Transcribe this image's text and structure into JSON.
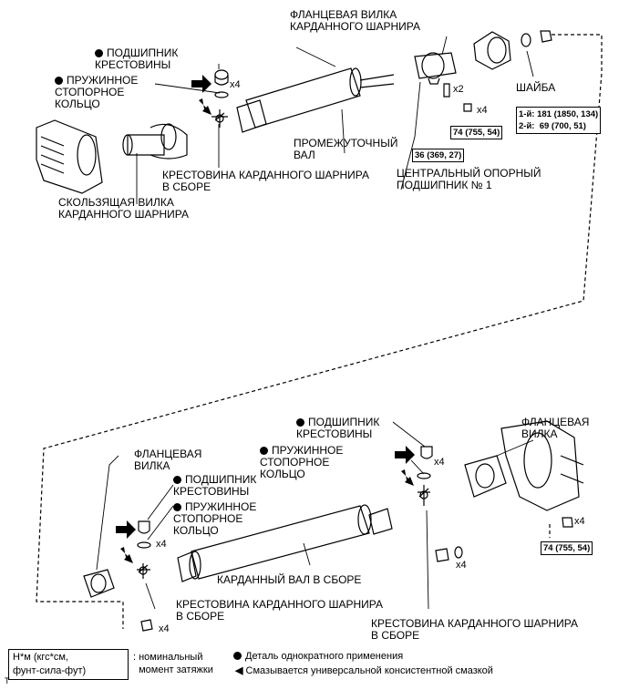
{
  "labels": {
    "flange_yoke_top": "ФЛАНЦЕВАЯ ВИЛКА\nКАРДАННОГО ШАРНИРА",
    "bearing_top": "ПОДШИПНИК\nКРЕСТОВИНЫ",
    "snap_ring_top": "ПРУЖИННОЕ\nСТОПОРНОЕ\nКОЛЬЦО",
    "washer": "ШАЙБА",
    "intermediate_shaft": "ПРОМЕЖУТОЧНЫЙ\nВАЛ",
    "spider_top": "КРЕСТОВИНА КАРДАННОГО ШАРНИРА\nВ СБОРЕ",
    "center_bearing": "ЦЕНТРАЛЬНЫЙ ОПОРНЫЙ\nПОДШИПНИК № 1",
    "slip_yoke": "СКОЛЬЗЯЩАЯ ВИЛКА\nКАРДАННОГО ШАРНИРА",
    "bearing_r": "ПОДШИПНИК\nКРЕСТОВИНЫ",
    "snap_ring_r": "ПРУЖИННОЕ\nСТОПОРНОЕ\nКОЛЬЦО",
    "flange_yoke_r": "ФЛАНЦЕВАЯ\nВИЛКА",
    "flange_yoke_l": "ФЛАНЦЕВАЯ\nВИЛКА",
    "bearing_l": "ПОДШИПНИК\nКРЕСТОВИНЫ",
    "snap_ring_l": "ПРУЖИННОЕ\nСТОПОРНОЕ\nКОЛЬЦО",
    "prop_shaft": "КАРДАННЫЙ ВАЛ В СБОРЕ",
    "spider_l": "КРЕСТОВИНА КАРДАННОГО ШАРНИРА\nВ СБОРЕ",
    "spider_r": "КРЕСТОВИНА КАРДАННОГО ШАРНИРА\nВ СБОРЕ"
  },
  "counts": {
    "x4": "x4",
    "x2": "x2"
  },
  "torque": {
    "t74_top": "74 (755, 54)",
    "t36": "36 (369, 27)",
    "t1": "1-й: 181 (1850, 134)",
    "t2": "2-й:  69 (700, 51)",
    "t74_bottom": "74 (755, 54)"
  },
  "legend": {
    "unit_box": "Н*м (кгс*см,\nфунт-сила-фут)",
    "nominal": ": номинальный\n  момент затяжки",
    "one_time": "Деталь однократного применения",
    "grease": "Смазывается универсальной консистентной смазкой",
    "corner_mark": "T"
  }
}
